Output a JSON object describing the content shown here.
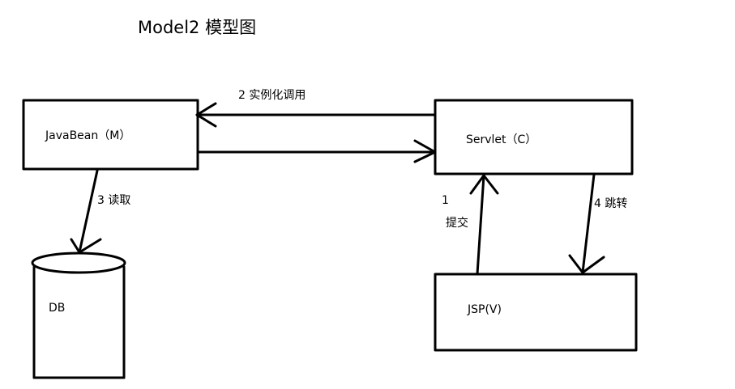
{
  "title": "Model2 模型图",
  "nodes": {
    "javabean": "JavaBean（M）",
    "servlet": "Servlet（C）",
    "jsp": "JSP(V)",
    "db": "DB"
  },
  "edges": {
    "instantiate": "2  实例化调用",
    "read": "3  读取",
    "submit_num": "1",
    "submit_text": "提交",
    "forward": "4  跳转"
  }
}
